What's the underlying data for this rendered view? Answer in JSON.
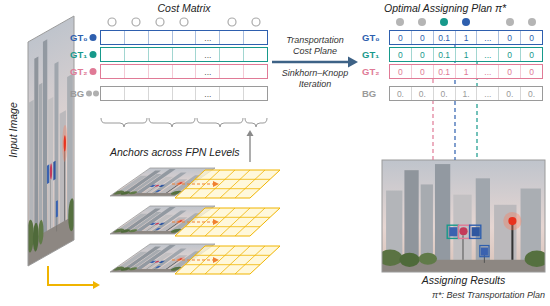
{
  "diagram": {
    "nodes": [
      {
        "text": [
          "Input Image"
        ]
      },
      {
        "text": [
          "Cost Matrix"
        ]
      },
      {
        "text": [
          "GT₀",
          "..."
        ],
        "in": 1
      },
      {
        "text": [
          "GT₁",
          "..."
        ],
        "in": 1
      },
      {
        "text": [
          "GT₂",
          "..."
        ],
        "in": 1
      },
      {
        "text": [
          "BG",
          "..."
        ],
        "in": 1
      },
      {
        "text": [
          "Optimal Assigning Plan π*"
        ]
      },
      {
        "text": [
          "GT₀",
          "0",
          "0",
          "0.1",
          "1",
          "...",
          "0",
          "0"
        ],
        "in": 6
      },
      {
        "text": [
          "GT₁",
          "0",
          "0",
          "0.1",
          "1",
          "...",
          "0",
          "0"
        ],
        "in": 6
      },
      {
        "text": [
          "GT₂",
          "0",
          "0",
          "0.1",
          "1",
          "...",
          "0",
          "0"
        ],
        "in": 6
      },
      {
        "text": [
          "BG",
          "0.",
          "0.",
          "0.",
          "1.",
          "...",
          "0.",
          "0."
        ],
        "in": 6
      },
      {
        "text": [
          "Anchors across FPN Levels"
        ]
      },
      {
        "text": [
          "Assigning Results"
        ]
      }
    ],
    "edges": [
      {
        "from": 1,
        "to": 6,
        "arrow": "to",
        "label": "Transportation Cost Plane"
      },
      {
        "from": 0,
        "to": 11,
        "arrow": "to"
      },
      {
        "from": 11,
        "to": 1,
        "arrow": "to"
      },
      {
        "from": 7,
        "to": 12,
        "arrow": "none"
      },
      {
        "from": 8,
        "to": 12,
        "arrow": "none"
      },
      {
        "from": 9,
        "to": 12,
        "arrow": "none"
      }
    ],
    "labels": [
      "Sinkhorn–Knopp Iteration",
      "π*: Best Transportation Plan"
    ]
  }
}
